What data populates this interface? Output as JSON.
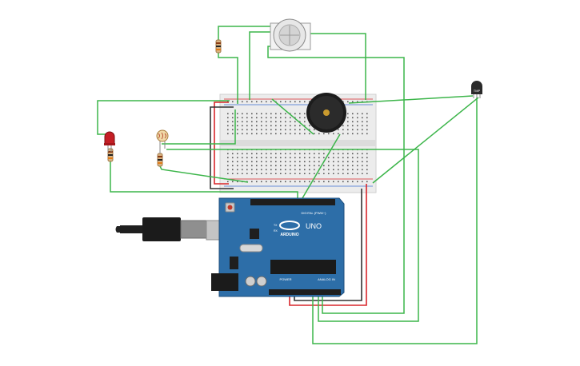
{
  "colors": {
    "wire_green": "#3cb54a",
    "wire_red": "#d9262b",
    "wire_black": "#333333",
    "board_blue": "#2d6ea8",
    "breadboard": "#ececec"
  },
  "arduino": {
    "brand": "ARDUINO",
    "model": "UNO",
    "header_digital": "DIGITAL (PWM~)",
    "header_power": "POWER",
    "header_analog": "ANALOG IN",
    "label_tx": "TX",
    "label_rx": "RX"
  },
  "sensor": {
    "label": "TMP"
  },
  "icons": [
    "usb-connector-icon",
    "power-jack-icon",
    "buzzer-icon",
    "gas-sensor-icon",
    "temperature-sensor-icon",
    "led-icon",
    "photoresistor-icon"
  ]
}
